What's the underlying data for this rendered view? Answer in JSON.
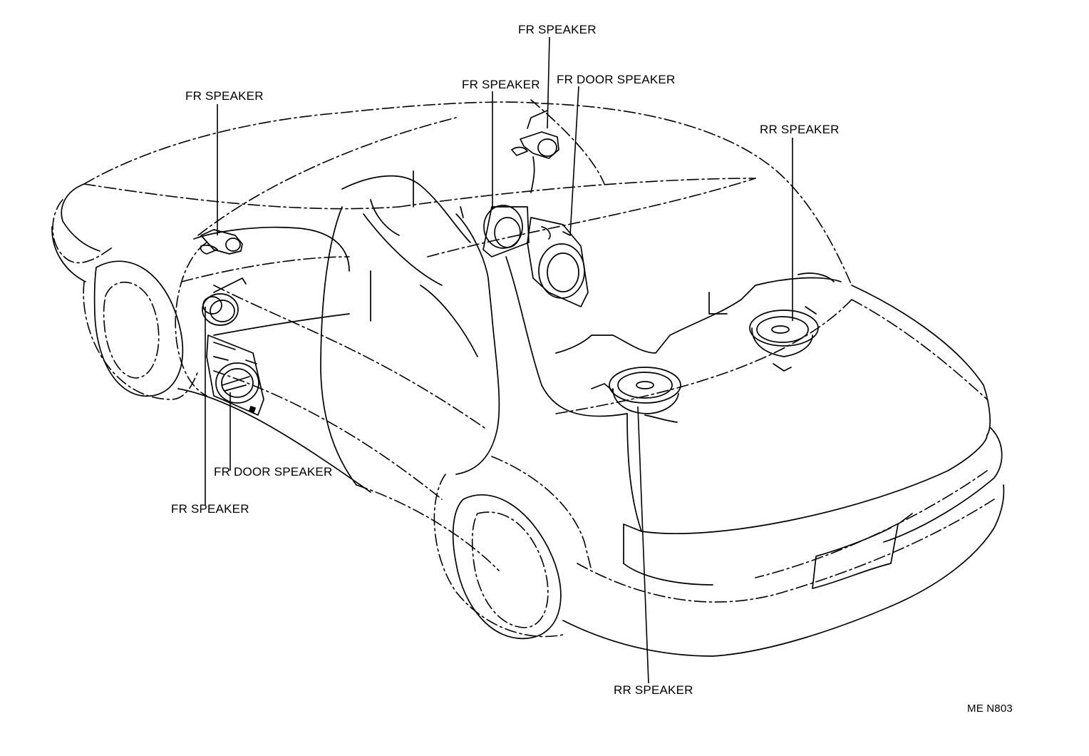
{
  "diagram": {
    "labels": {
      "fr_speaker_top": "FR SPEAKER",
      "fr_speaker_mid": "FR SPEAKER",
      "fr_door_speaker_top": "FR DOOR SPEAKER",
      "fr_speaker_left": "FR SPEAKER",
      "rr_speaker_right": "RR SPEAKER",
      "fr_door_speaker_bottom": "FR DOOR SPEAKER",
      "fr_speaker_bottom": "FR SPEAKER",
      "rr_speaker_bottom": "RR SPEAKER"
    },
    "reference_code": "ME N803"
  }
}
